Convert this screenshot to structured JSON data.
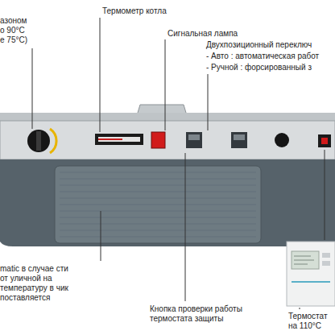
{
  "diagram": {
    "labels": [
      "азоном о 90°C е 75°C)",
      "Термометр котла",
      "Сигнальная лампа",
      "Двухпозиционный переключ",
      "- Авто : автоматическая работ",
      "- Ручной : форсированный з",
      "matic в случае сти от уличной на температуру в чик поставляется",
      "Кнопка проверки работы термостата защиты",
      "Термостат на 110°C"
    ]
  }
}
